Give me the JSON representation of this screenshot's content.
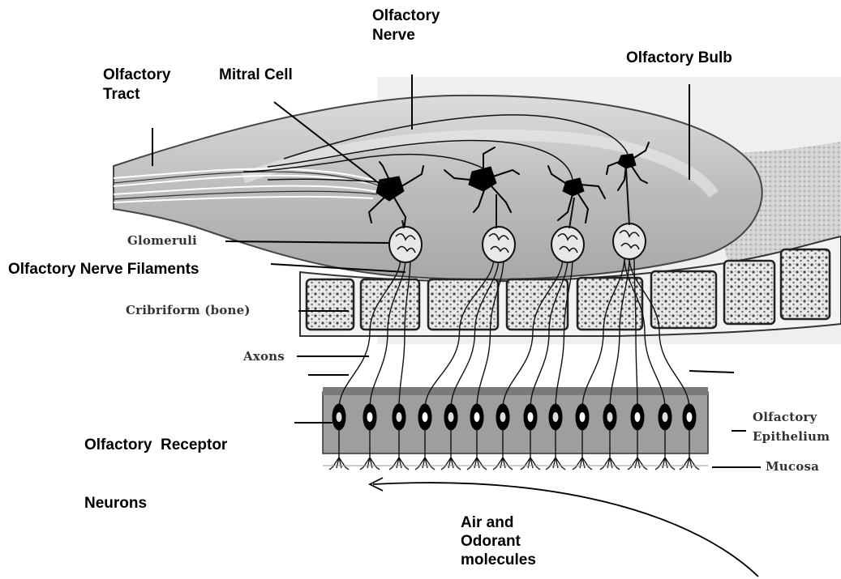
{
  "labels": {
    "olfactory_nerve": [
      "Olfactory",
      "Nerve"
    ],
    "olfactory_bulb": "Olfactory Bulb",
    "olfactory_tract": [
      "Olfactory",
      "Tract"
    ],
    "mitral_cell": "Mitral Cell",
    "glomeruli": "Glomeruli",
    "olfactory_nerve_filaments": "Olfactory Nerve Filaments",
    "cribriform": "Cribriform (bone)",
    "axons": "Axons",
    "olfactory_receptor_neurons": [
      "Olfactory  Receptor",
      "Neurons"
    ],
    "olfactory_epithelium": [
      "Olfactory",
      "Epithelium"
    ],
    "mucosa": "Mucosa",
    "air_odorant": [
      "Air and",
      "Odorant",
      "molecules"
    ]
  }
}
